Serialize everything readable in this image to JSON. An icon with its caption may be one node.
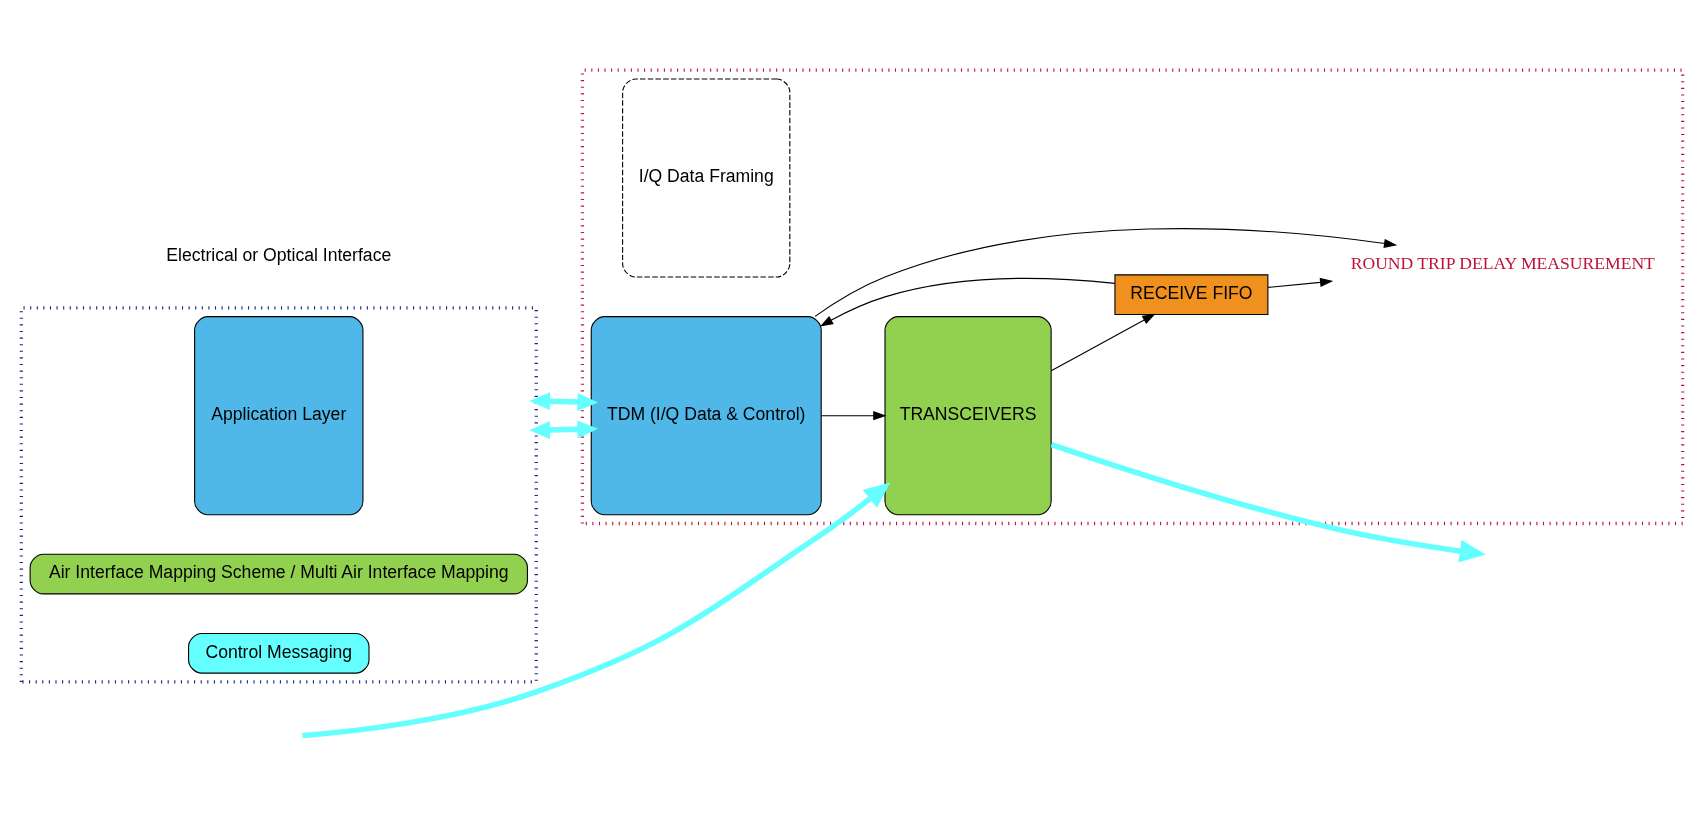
{
  "diagram": {
    "nodes": [
      {
        "text": [],
        "shape": "box"
      },
      {
        "text": [
          "Application Layer"
        ],
        "in": 0
      },
      {
        "text": [
          "Air Interface Mapping Scheme / Multi Air Interface Mapping"
        ],
        "in": 0
      },
      {
        "text": [
          "Control Messaging"
        ],
        "in": 0
      },
      {
        "text": [],
        "shape": "box"
      },
      {
        "text": [
          "I/Q Data Framing"
        ],
        "in": 4
      },
      {
        "text": [
          "TDM (I/Q Data & Control)"
        ],
        "in": 4
      },
      {
        "text": [
          "ROUND TRIP DELAY MEASUREMENT"
        ],
        "in": 4
      },
      {
        "text": [
          "TRANSCEIVERS"
        ],
        "in": 4
      },
      {
        "text": [
          "RECEIVE FIFO"
        ],
        "in": 4
      }
    ],
    "edges": [
      {
        "from": 0,
        "to": 6,
        "arrow": "both",
        "style": "thick",
        "color": "#66ffff"
      },
      {
        "from": 0,
        "to": 6,
        "arrow": "both",
        "style": "thick",
        "color": "#66ffff"
      },
      {
        "from": 6,
        "to": 8,
        "arrow": "to"
      },
      {
        "from": 6,
        "to": 7,
        "arrow": "to"
      },
      {
        "from": 8,
        "to": 9,
        "arrow": "to"
      },
      {
        "from": 9,
        "to": 6,
        "arrow": "to"
      },
      {
        "from": 9,
        "to": 7,
        "arrow": "to"
      },
      {
        "from": null,
        "to": 8,
        "arrow": "to",
        "style": "thick",
        "color": "#66ffff"
      },
      {
        "from": 8,
        "to": null,
        "arrow": "to",
        "style": "thick",
        "color": "#66ffff"
      }
    ],
    "labels": [
      "Electrical or Optical Interface"
    ]
  }
}
